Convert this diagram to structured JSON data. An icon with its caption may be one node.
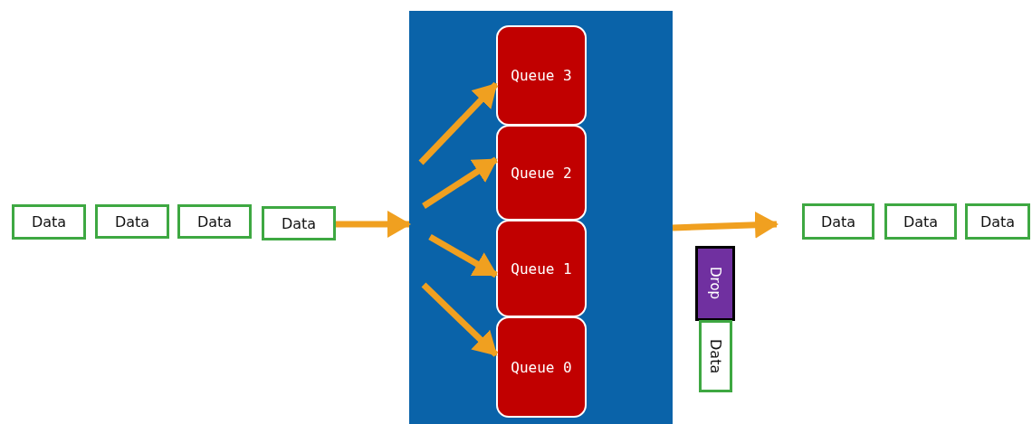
{
  "diagram": {
    "nodes": [
      {
        "text": [
          "Data"
        ]
      },
      {
        "text": [
          "Data"
        ]
      },
      {
        "text": [
          "Data"
        ]
      },
      {
        "text": [
          "Data"
        ]
      },
      {
        "text": [],
        "shape": "box"
      },
      {
        "text": [
          "Queue 3"
        ],
        "in": 4
      },
      {
        "text": [
          "Queue 2"
        ],
        "in": 4
      },
      {
        "text": [
          "Queue 1"
        ],
        "in": 4
      },
      {
        "text": [
          "Queue 0"
        ],
        "in": 4
      },
      {
        "text": [
          "Data"
        ]
      },
      {
        "text": [
          "Data"
        ]
      },
      {
        "text": [
          "Data"
        ]
      },
      {
        "text": [
          "Drop"
        ]
      },
      {
        "text": [
          "Data"
        ]
      }
    ],
    "edges": [
      {
        "from": 3,
        "to": 4,
        "arrow": "to"
      },
      {
        "from": null,
        "to": 5,
        "arrow": "to"
      },
      {
        "from": null,
        "to": 6,
        "arrow": "to"
      },
      {
        "from": null,
        "to": 7,
        "arrow": "to"
      },
      {
        "from": null,
        "to": 8,
        "arrow": "to"
      },
      {
        "from": 4,
        "to": 9,
        "arrow": "to"
      }
    ]
  }
}
